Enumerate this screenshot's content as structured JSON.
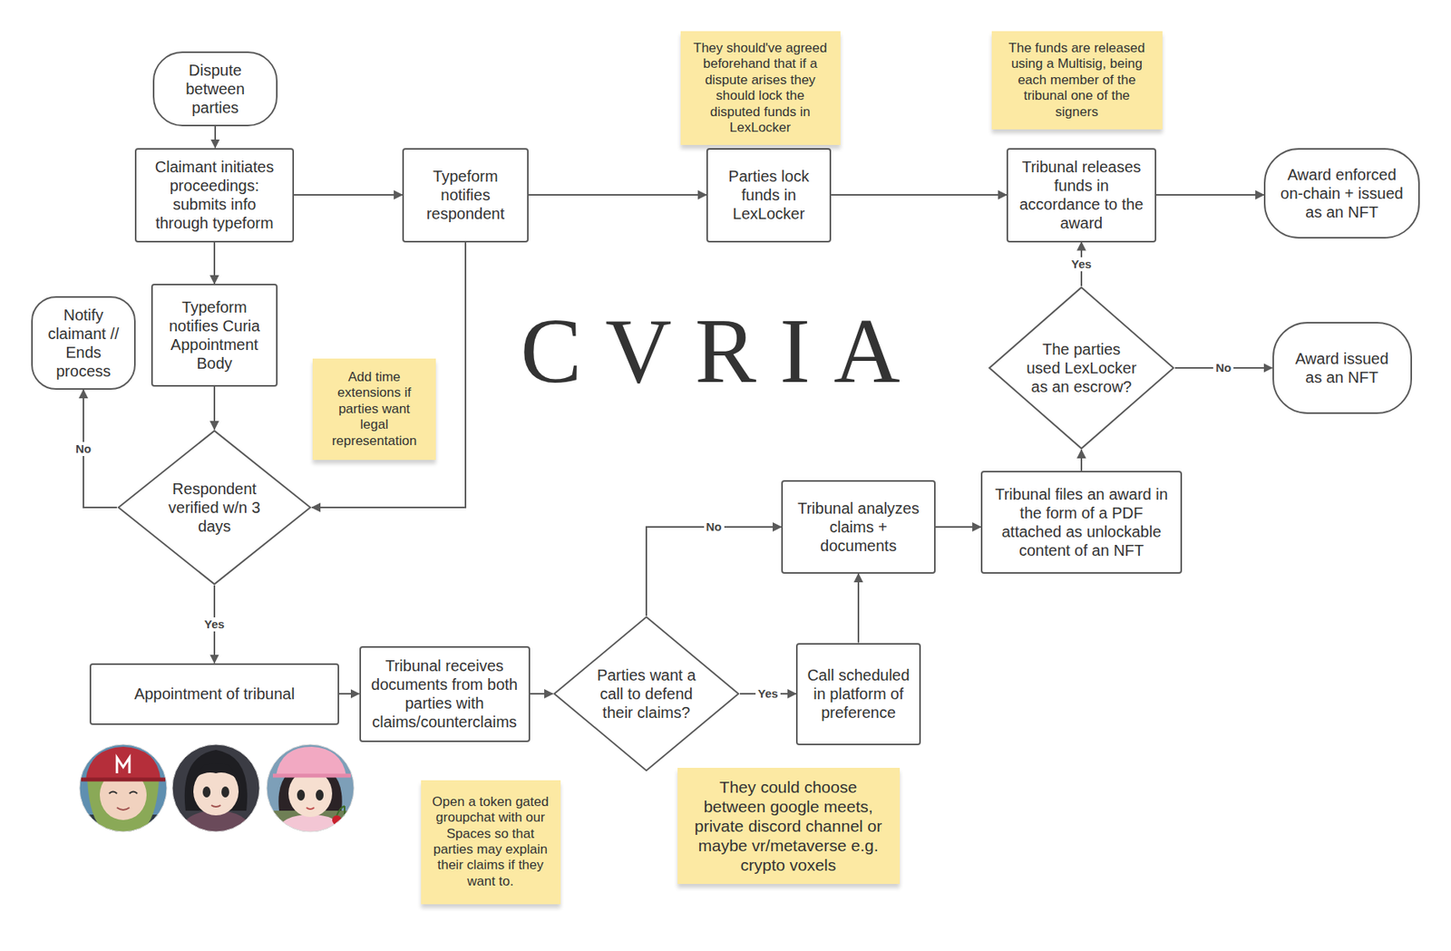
{
  "diagram": {
    "title": "CVRIA",
    "nodes": [
      {
        "text": [
          "Dispute between parties"
        ]
      },
      {
        "text": [
          "Claimant initiates proceedings: submits info through typeform"
        ]
      },
      {
        "text": [
          "Typeform notifies respondent"
        ]
      },
      {
        "text": [
          "Parties lock funds in LexLocker"
        ]
      },
      {
        "text": [
          "Tribunal releases funds in accordance to the award"
        ]
      },
      {
        "text": [
          "Award enforced on-chain + issued as an NFT"
        ]
      },
      {
        "text": [
          "Notify claimant // Ends process"
        ]
      },
      {
        "text": [
          "Typeform notifies Curia Appointment Body"
        ]
      },
      {
        "text": [
          "The parties used LexLocker as an escrow?"
        ]
      },
      {
        "text": [
          "Award issued as an NFT"
        ]
      },
      {
        "text": [
          "Respondent verified w/n 3 days"
        ]
      },
      {
        "text": [
          "Tribunal analyzes claims + documents"
        ]
      },
      {
        "text": [
          "Tribunal files an award in the form of a PDF attached as unlockable content of an NFT"
        ]
      },
      {
        "text": [
          "Appointment of tribunal"
        ]
      },
      {
        "text": [
          "Tribunal receives documents from both parties with claims/counterclaims"
        ]
      },
      {
        "text": [
          "Parties want a call to defend their claims?"
        ]
      },
      {
        "text": [
          "Call scheduled in platform of preference"
        ]
      },
      {
        "text": [
          "They should've agreed beforehand that if a dispute arises they should lock the disputed funds in LexLocker"
        ]
      },
      {
        "text": [
          "The funds are released using a Multisig, being each member of the tribunal one of the signers"
        ]
      },
      {
        "text": [
          "Add time extensions if parties want legal representation"
        ]
      },
      {
        "text": [
          "Open a token gated groupchat with our Spaces so that parties may explain their claims if they want to."
        ]
      },
      {
        "text": [
          "They could choose between google meets, private discord channel or maybe vr/metaverse e.g. crypto voxels"
        ]
      }
    ],
    "edges": [
      {
        "from": 0,
        "to": 1,
        "arrow": "to"
      },
      {
        "from": 1,
        "to": 2,
        "arrow": "to"
      },
      {
        "from": 2,
        "to": 3,
        "arrow": "to"
      },
      {
        "from": 3,
        "to": 4,
        "arrow": "to"
      },
      {
        "from": 4,
        "to": 5,
        "arrow": "to"
      },
      {
        "from": 1,
        "to": 7,
        "arrow": "to"
      },
      {
        "from": 2,
        "to": 10,
        "arrow": "to"
      },
      {
        "from": 7,
        "to": 10,
        "arrow": "to"
      },
      {
        "from": 10,
        "to": 6,
        "label": "No",
        "arrow": "to"
      },
      {
        "from": 10,
        "to": 13,
        "label": "Yes",
        "arrow": "to"
      },
      {
        "from": 13,
        "to": 14,
        "arrow": "to"
      },
      {
        "from": 14,
        "to": 15,
        "arrow": "to"
      },
      {
        "from": 15,
        "to": 16,
        "label": "Yes",
        "arrow": "to"
      },
      {
        "from": 15,
        "to": 11,
        "label": "No",
        "arrow": "to"
      },
      {
        "from": 16,
        "to": 11,
        "arrow": "to"
      },
      {
        "from": 11,
        "to": 12,
        "arrow": "to"
      },
      {
        "from": 12,
        "to": 8,
        "arrow": "to"
      },
      {
        "from": 8,
        "to": 4,
        "label": "Yes",
        "arrow": "to"
      },
      {
        "from": 8,
        "to": 9,
        "label": "No",
        "arrow": "to"
      }
    ]
  }
}
